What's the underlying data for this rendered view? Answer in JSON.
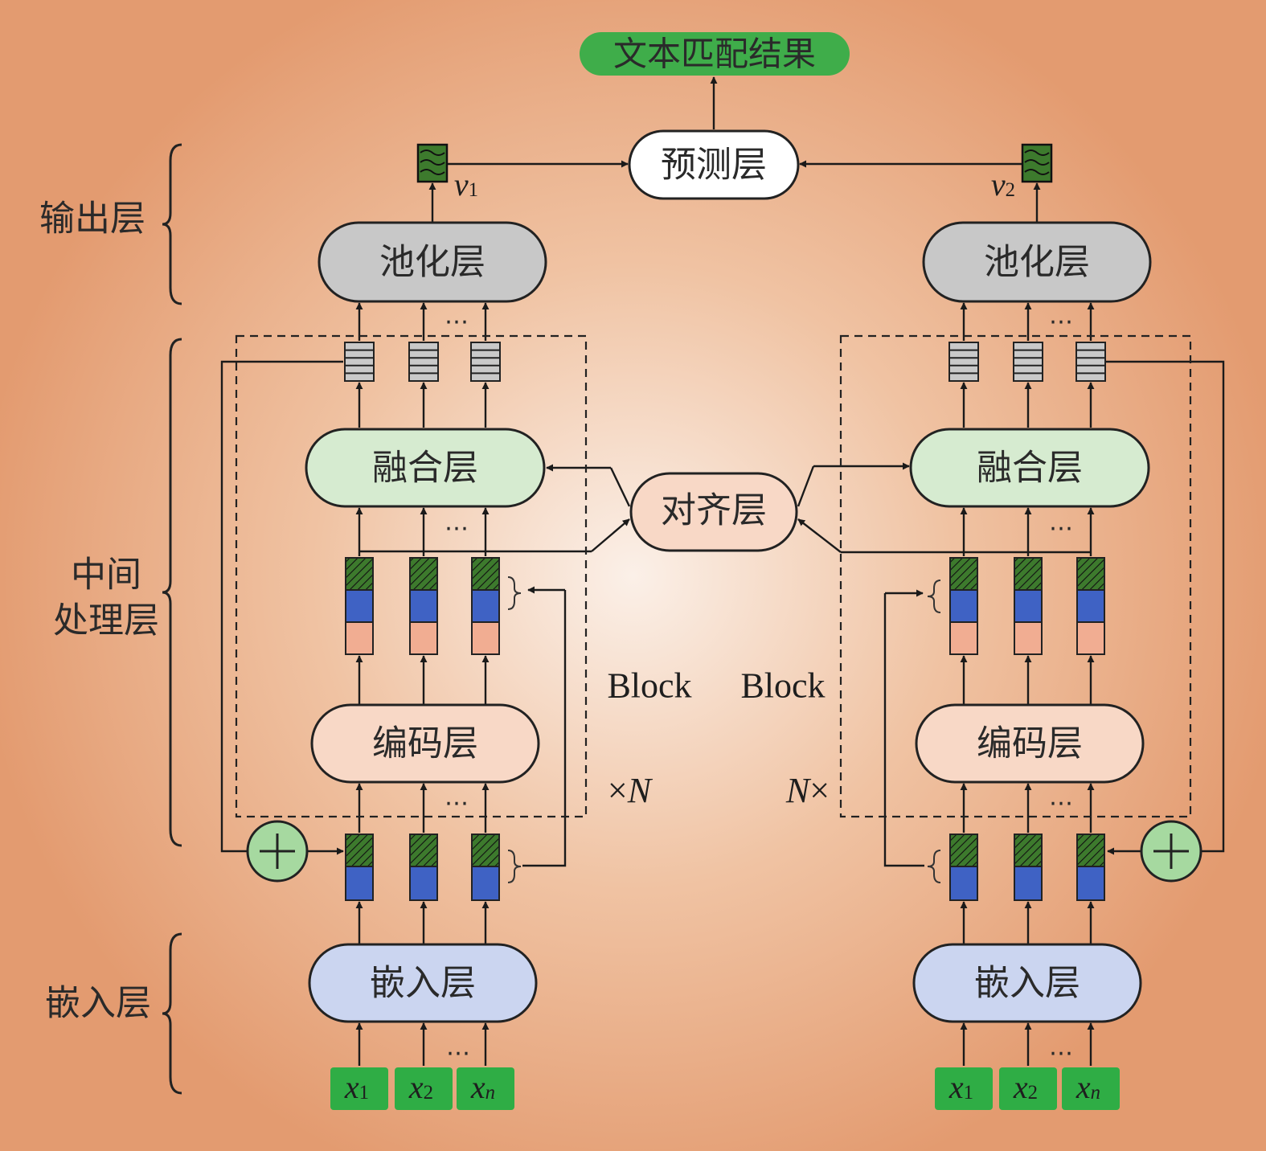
{
  "top": {
    "result": "文本匹配结果",
    "prediction": "预测层",
    "v1": "v",
    "v1_sub": "1",
    "v2": "v",
    "v2_sub": "2"
  },
  "side": {
    "output": "输出层",
    "middle_1": "中间",
    "middle_2": "处理层",
    "embed": "嵌入层"
  },
  "center": {
    "align": "对齐层",
    "block": "Block",
    "times": "×",
    "N": "N"
  },
  "tower": {
    "pool": "池化层",
    "fuse": "融合层",
    "encode": "编码层",
    "embed": "嵌入层",
    "ellipsis": "…",
    "inputs": [
      {
        "x": "x",
        "sub": "1"
      },
      {
        "x": "x",
        "sub": "2"
      },
      {
        "x": "x",
        "sub": "n"
      }
    ]
  },
  "colors": {
    "result_bg": "#3fad4a",
    "input_bg": "#2fad45",
    "pool_bg": "#c8c8c8",
    "fuse_bg": "#d6ebd0",
    "encode_bg": "#f8d8c6",
    "embed_bg": "#cbd5f0",
    "align_bg": "#f8d8c6",
    "block_blue": "#3f62c4",
    "block_salmon": "#f1ad92",
    "block_green": "#3d7a2d",
    "plus_bg": "#a6d9a0"
  }
}
